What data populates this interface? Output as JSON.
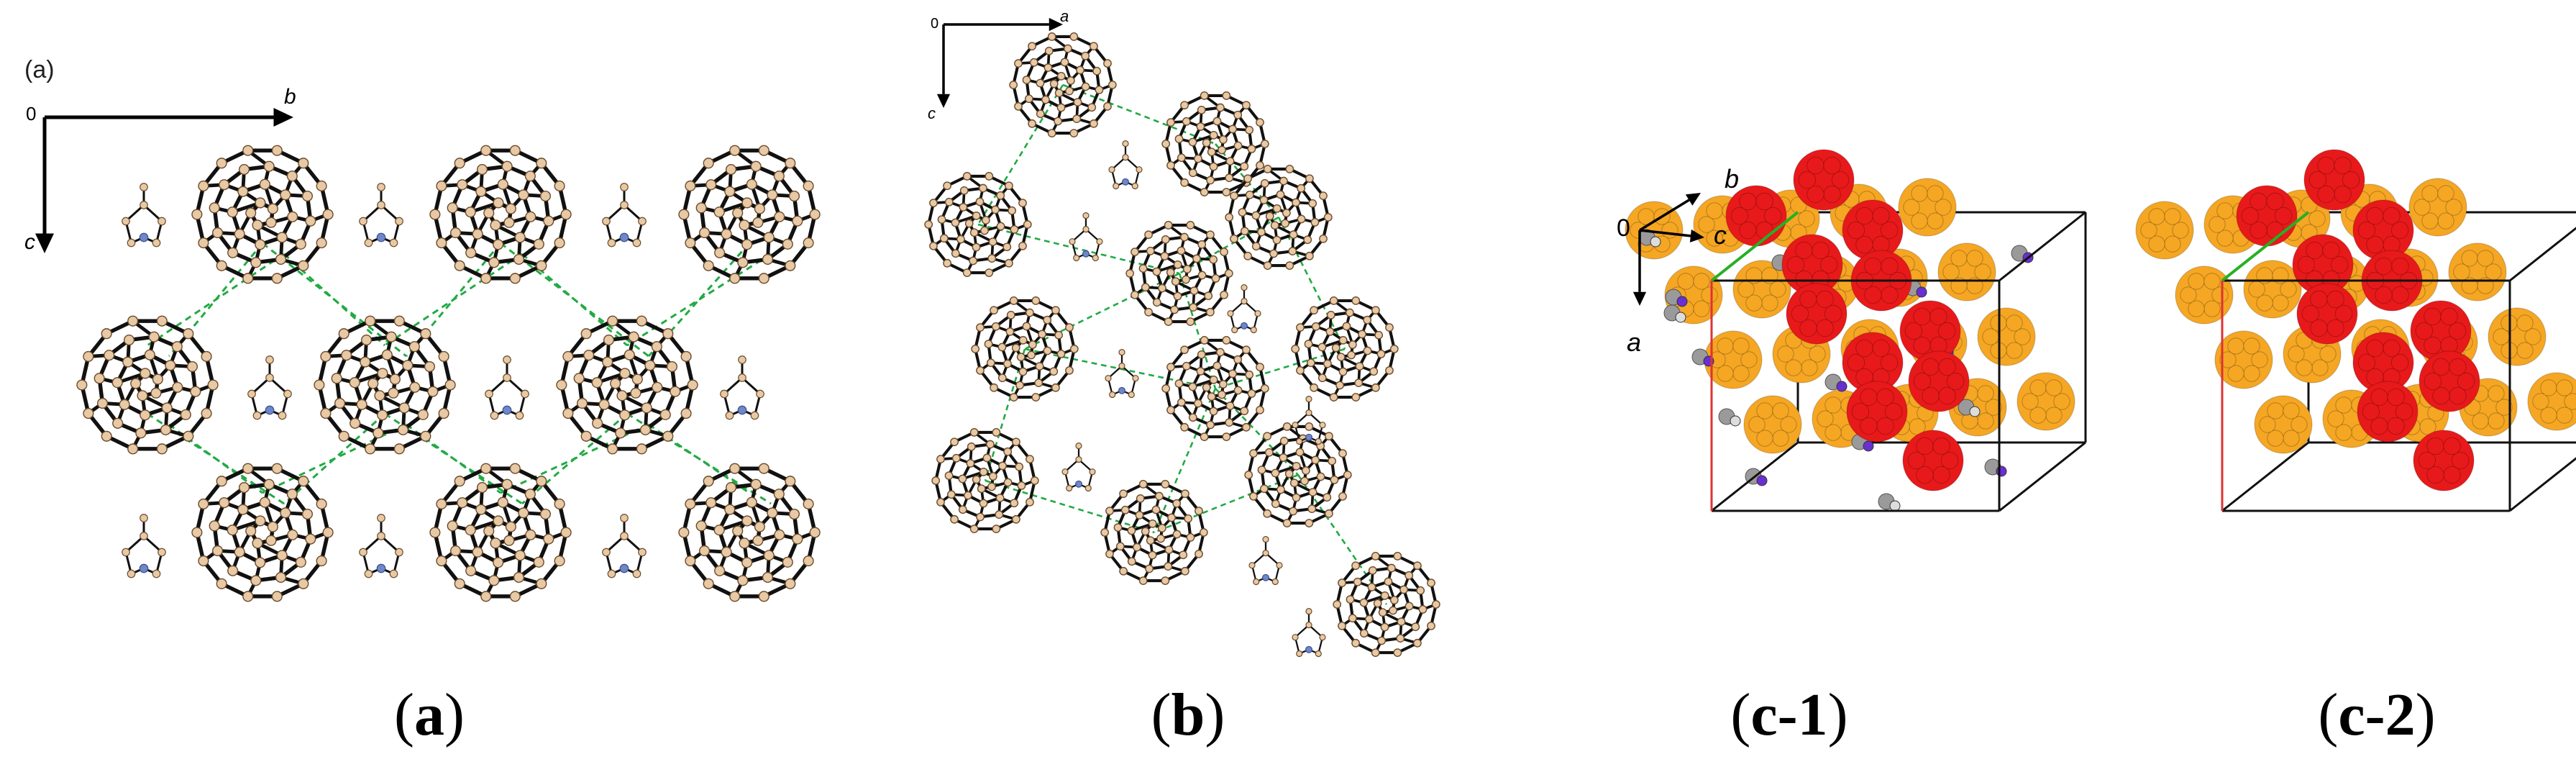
{
  "panels": {
    "a": {
      "subtag": "(a)",
      "origin": "0",
      "axis_h": "b",
      "axis_v": "c",
      "caption_open": "(",
      "caption_letter": "a",
      "caption_close": ")"
    },
    "b": {
      "origin": "0",
      "axis_h": "a",
      "axis_v": "c",
      "caption_open": "(",
      "caption_letter": "b",
      "caption_close": ")"
    },
    "c1": {
      "origin": "0",
      "axis_b": "b",
      "axis_c": "c",
      "axis_a": "a",
      "caption_open": "(",
      "caption_letter": "c-1",
      "caption_close": ")"
    },
    "c2": {
      "caption_open": "(",
      "caption_letter": "c-2",
      "caption_close": ")"
    }
  },
  "colors": {
    "atom_fill": "#e8c9a6",
    "atom_stroke": "#6b4a2a",
    "bond": "#111111",
    "hbond": "#22aa44",
    "nitrogen": "#6f86c9",
    "fullerene_orange": "#f5a623",
    "fullerene_red": "#e8191a",
    "solvent_gray": "#9a9a9a",
    "solvent_purple": "#6a2fd0",
    "cell_edge": "#111111",
    "cell_axis_green": "#27b024"
  }
}
